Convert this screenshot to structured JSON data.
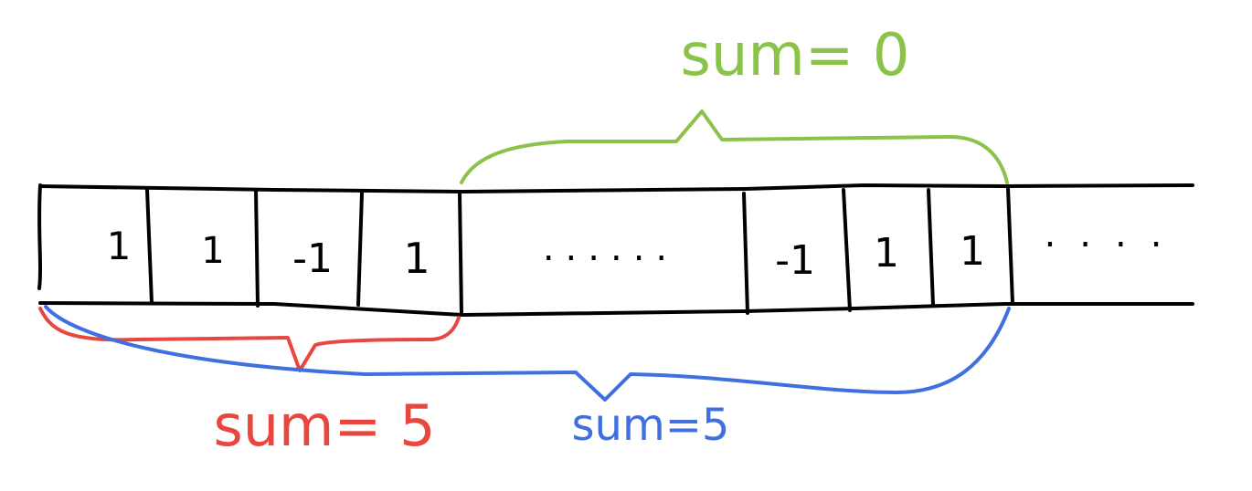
{
  "array": {
    "cells": [
      "1",
      "1",
      "-1",
      "1",
      "......",
      "-1",
      "1",
      "1",
      "...."
    ]
  },
  "brackets": {
    "green": {
      "label": "sum= 0",
      "color": "#8bc34a"
    },
    "red": {
      "label": "sum= 5",
      "color": "#e8473f"
    },
    "blue": {
      "label": "sum=5",
      "color": "#3f6fe0"
    }
  }
}
